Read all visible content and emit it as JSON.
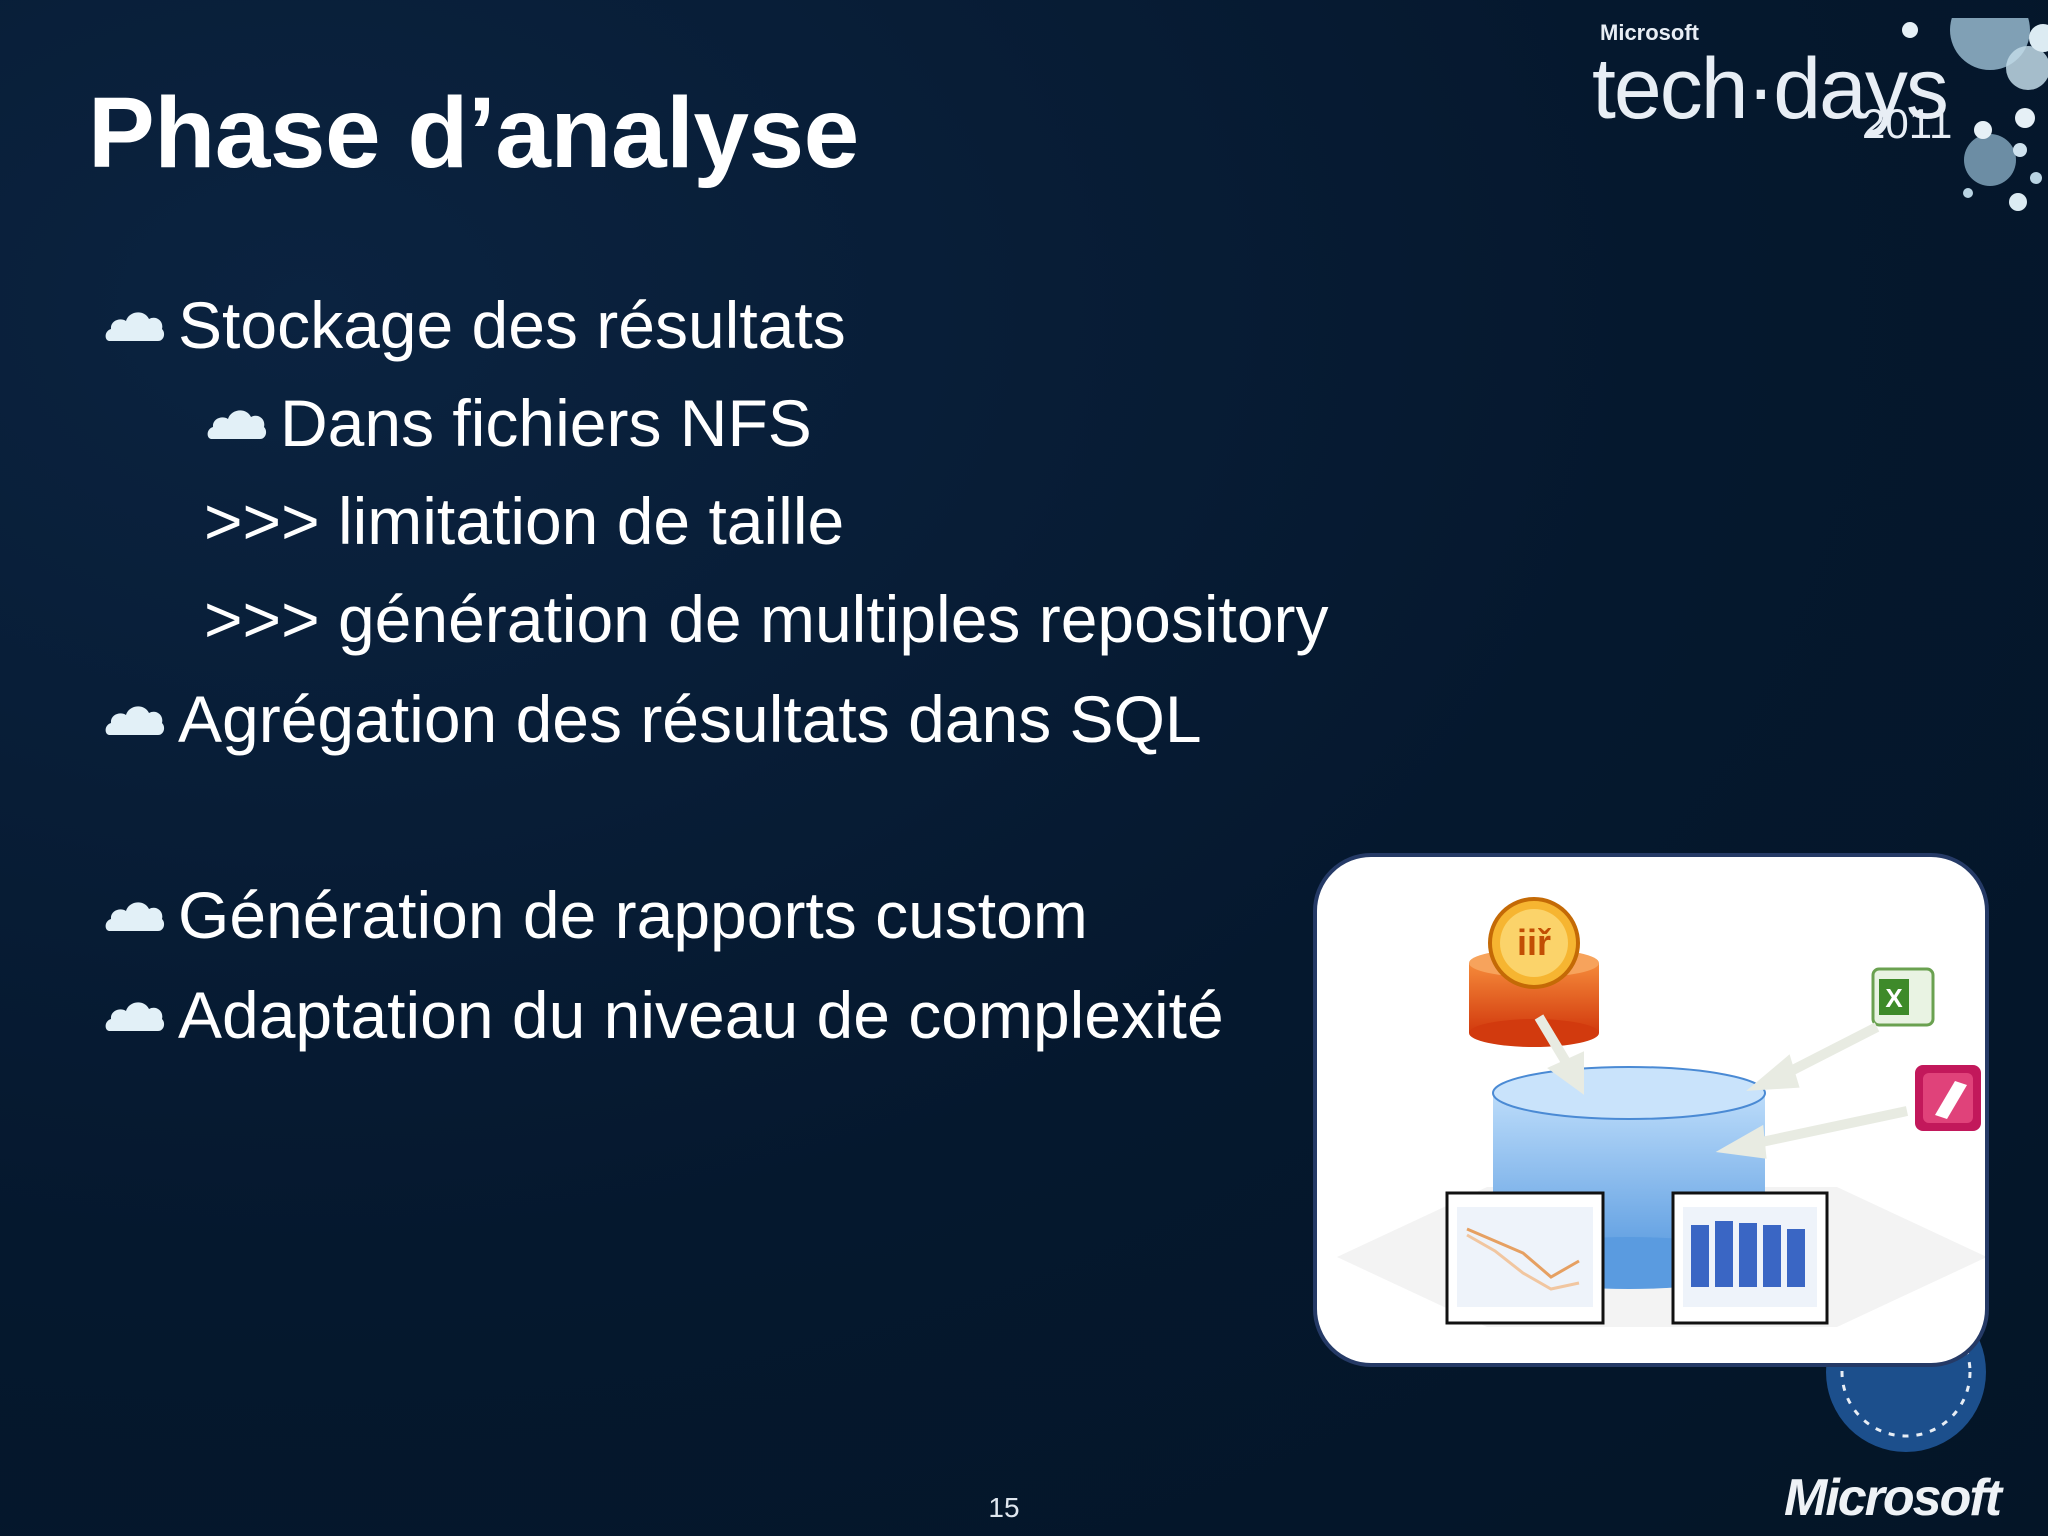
{
  "slide": {
    "title": "Phase d’analyse",
    "bullets": [
      {
        "text": "Stockage des résultats",
        "level": 1,
        "marker": "cloud-bullet-icon"
      },
      {
        "text": "Dans fichiers NFS",
        "level": 2,
        "marker": "cloud-bullet-icon"
      },
      {
        "text": ">>> limitation de taille",
        "level": 2,
        "marker": ""
      },
      {
        "text": ">>> génération de multiples repository",
        "level": 2,
        "marker": ""
      },
      {
        "text": "Agrégation des résultats dans SQL",
        "level": 1,
        "marker": "cloud-bullet-icon"
      },
      {
        "text": "Génération de rapports custom",
        "level": 1,
        "marker": "cloud-bullet-icon"
      },
      {
        "text": "Adaptation du niveau de complexité",
        "level": 1,
        "marker": "cloud-bullet-icon"
      }
    ],
    "page_number": "15"
  },
  "branding": {
    "microsoft_small": "Microsoft",
    "techdays": "tech·days",
    "year": "2011",
    "footer_logo": "Microsoft"
  },
  "colors": {
    "background": "#05182e",
    "title_text": "#ffffff",
    "card_border": "#253a66",
    "database_blue": "#7fb8f0"
  },
  "icons": [
    "cloud-bullet-icon",
    "lotus-notes-database-icon",
    "excel-icon",
    "access-icon",
    "sql-database-icon",
    "line-chart-report-icon",
    "bar-chart-report-icon"
  ]
}
